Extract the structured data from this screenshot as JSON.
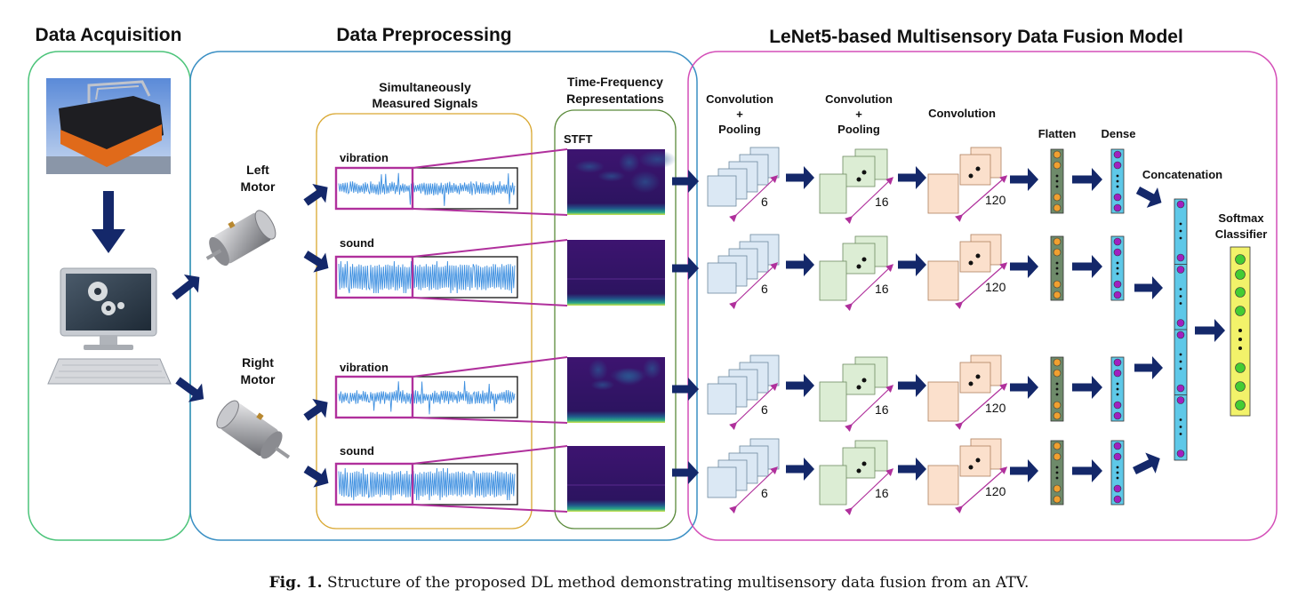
{
  "sections": {
    "acquisition": "Data Acquisition",
    "preprocessing": "Data Preprocessing",
    "model": "LeNet5-based Multisensory Data Fusion Model"
  },
  "motors": {
    "left_line1": "Left",
    "left_line2": "Motor",
    "right_line1": "Right",
    "right_line2": "Motor"
  },
  "signals": {
    "header_line1": "Simultaneously",
    "header_line2": "Measured Signals",
    "vibration": "vibration",
    "sound": "sound"
  },
  "tfr": {
    "header_line1": "Time-Frequency",
    "header_line2": "Representations",
    "stft": "STFT"
  },
  "layers": {
    "conv_pool_1": [
      "Convolution",
      "+",
      "Pooling"
    ],
    "conv_pool_2": [
      "Convolution",
      "+",
      "Pooling"
    ],
    "conv_3": "Convolution",
    "flatten": "Flatten",
    "dense": "Dense",
    "concatenation": "Concatenation",
    "softmax_line1": "Softmax",
    "softmax_line2": "Classifier",
    "filters": [
      "6",
      "16",
      "120"
    ]
  },
  "caption": {
    "label": "Fig. 1.",
    "text": "Structure of the proposed DL method demonstrating multisensory data fusion from an ATV."
  },
  "colors": {
    "acq_border": "#4cc47a",
    "prep_border": "#3a8fc4",
    "signals_border": "#d9a730",
    "tfr_border": "#5a8a3a",
    "model_border": "#d44fb8",
    "arrow": "#14286a",
    "zoom_line": "#b0309c",
    "signal": "#3d8fe0",
    "spectrogram": "#3b0f6f",
    "conv1": "#dbe8f4",
    "conv2": "#dcedd4",
    "conv3": "#fbe0cc",
    "flatten": "#6e8a6a",
    "dense": "#5ec8e8",
    "softmax": "#f2f26a",
    "node_orange": "#f0a030",
    "node_purple": "#a020c0",
    "node_green": "#44cc33"
  }
}
